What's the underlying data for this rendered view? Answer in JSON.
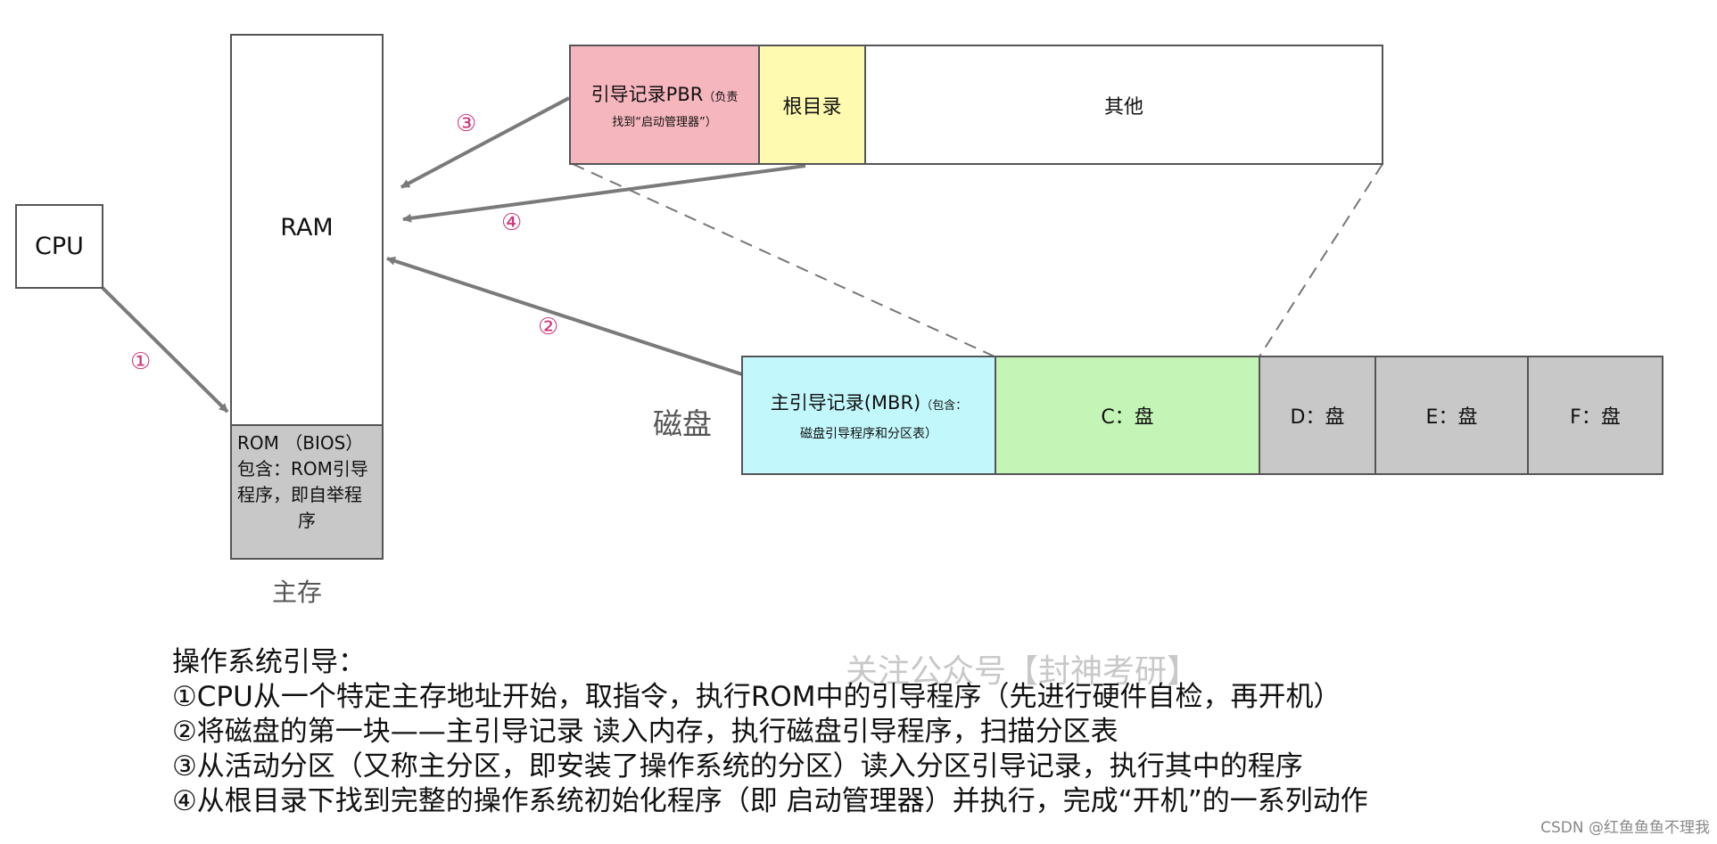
{
  "cpu": {
    "label": "CPU"
  },
  "main_memory": {
    "ram_label": "RAM",
    "rom_lines": [
      "ROM （BIOS）",
      "包含：ROM引导",
      "程序，即自举程",
      "序"
    ],
    "caption": "主存"
  },
  "partition": {
    "pbr_main": "引导记录PBR",
    "pbr_note_lines": [
      "（负责",
      "找到“启动管理器”）"
    ],
    "root_dir": "根目录",
    "other": "其他"
  },
  "disk": {
    "caption": "磁盘",
    "mbr_main": "主引导记录(MBR)",
    "mbr_note_lines": [
      "（包含：",
      "磁盘引导程序和分区表）"
    ],
    "c": "C：盘",
    "d": "D：盘",
    "e": "E：盘",
    "f": "F：盘"
  },
  "step_markers": {
    "s1": "①",
    "s2": "②",
    "s3": "③",
    "s4": "④"
  },
  "steps": {
    "title": "操作系统引导：",
    "lines": [
      "①CPU从一个特定主存地址开始，取指令，执行ROM中的引导程序（先进行硬件自检，再开机）",
      "②将磁盘的第一块——主引导记录 读入内存，执行磁盘引导程序，扫描分区表",
      "③从活动分区（又称主分区，即安装了操作系统的分区）读入分区引导记录，执行其中的程序",
      "④从根目录下找到完整的操作系统初始化程序（即 启动管理器）并执行，完成“开机”的一系列动作"
    ]
  },
  "watermarks": {
    "w1": "关注公众号【封神考研】",
    "w2": "CSDN @红鱼鱼鱼不理我"
  },
  "colors": {
    "pbr": "#f6b6be",
    "root_dir": "#fefbb0",
    "mbr": "#c2f8fc",
    "c_drive": "#c4f5b6",
    "grey_drive": "#c8c8c8",
    "rom": "#c8c8c8",
    "arrow": "#7a7a7a",
    "step_marker": "#d0357d"
  }
}
